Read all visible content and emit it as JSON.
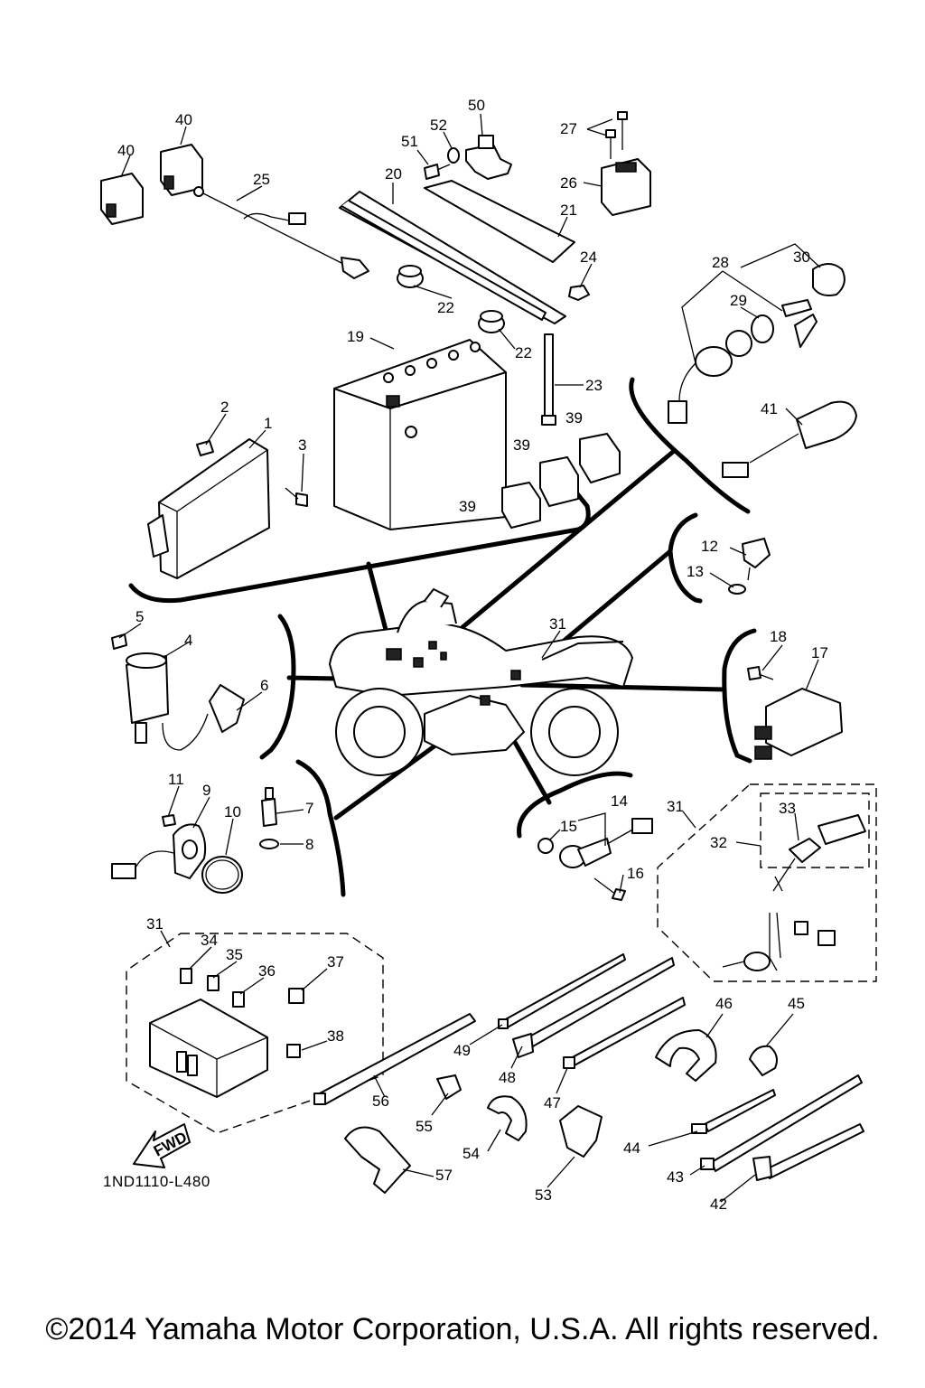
{
  "diagram_code": "1ND1110-L480",
  "fwd_label": "FWD",
  "copyright": "©2014 Yamaha Motor Corporation, U.S.A. All rights reserved.",
  "callouts": {
    "c1": "1",
    "c2": "2",
    "c3": "3",
    "c4": "4",
    "c5": "5",
    "c6": "6",
    "c7": "7",
    "c8": "8",
    "c9": "9",
    "c10": "10",
    "c11": "11",
    "c12": "12",
    "c13": "13",
    "c14": "14",
    "c15": "15",
    "c16": "16",
    "c17": "17",
    "c18": "18",
    "c19": "19",
    "c20": "20",
    "c21": "21",
    "c22a": "22",
    "c22b": "22",
    "c23": "23",
    "c24": "24",
    "c25": "25",
    "c26": "26",
    "c27": "27",
    "c28": "28",
    "c29": "29",
    "c30": "30",
    "c31a": "31",
    "c31b": "31",
    "c31c": "31",
    "c32": "32",
    "c33": "33",
    "c34": "34",
    "c35": "35",
    "c36": "36",
    "c37": "37",
    "c38": "38",
    "c39a": "39",
    "c39b": "39",
    "c39c": "39",
    "c40a": "40",
    "c40b": "40",
    "c41": "41",
    "c42": "42",
    "c43": "43",
    "c44": "44",
    "c45": "45",
    "c46": "46",
    "c47": "47",
    "c48": "48",
    "c49": "49",
    "c50": "50",
    "c51": "51",
    "c52": "52",
    "c53": "53",
    "c54": "54",
    "c55": "55",
    "c56": "56",
    "c57": "57"
  }
}
